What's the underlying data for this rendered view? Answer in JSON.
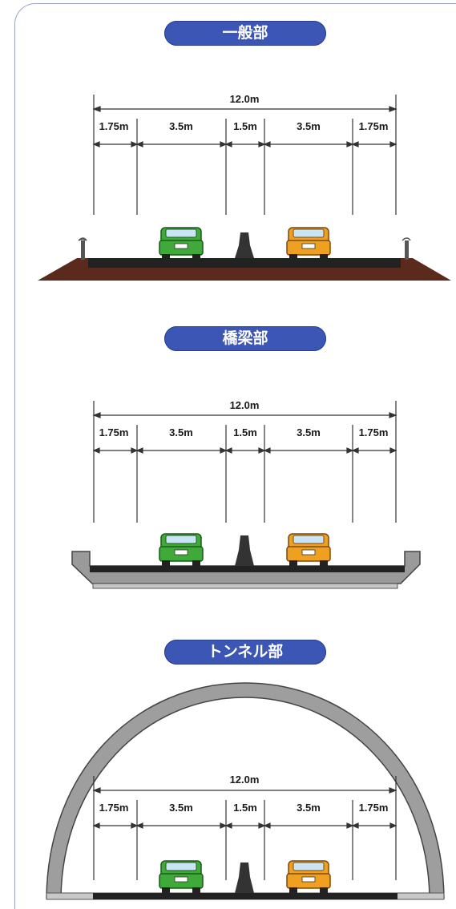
{
  "sections": [
    {
      "title": "一般部",
      "total": "12.0m",
      "lanes": [
        "1.75m",
        "3.5m",
        "1.5m",
        "3.5m",
        "1.75m"
      ]
    },
    {
      "title": "橋梁部",
      "total": "12.0m",
      "lanes": [
        "1.75m",
        "3.5m",
        "1.5m",
        "3.5m",
        "1.75m"
      ]
    },
    {
      "title": "トンネル部",
      "total": "12.0m",
      "lanes": [
        "1.75m",
        "3.5m",
        "1.5m",
        "3.5m",
        "1.75m"
      ]
    }
  ],
  "colors": {
    "pill": "#3c56b6",
    "embankment": "#5a2a1c",
    "road": "#222222",
    "car_left": "#3fa93a",
    "car_right": "#f0a020",
    "bridge": "#9a9a9a",
    "tunnel": "#9e9e9e"
  }
}
